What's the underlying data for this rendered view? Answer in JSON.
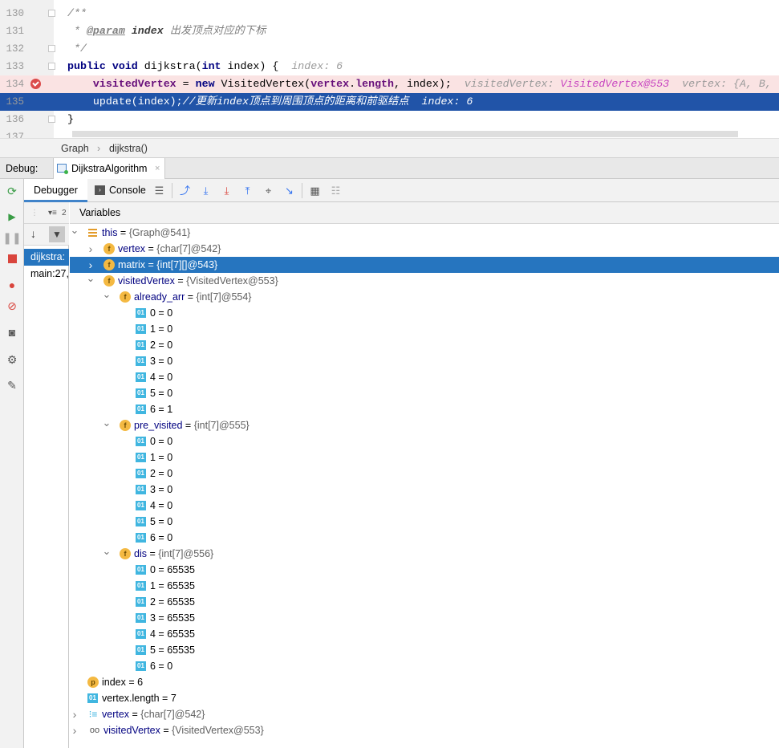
{
  "editor": {
    "lines": [
      {
        "num": "130",
        "parts": [
          {
            "t": "/**",
            "c": "cm"
          }
        ]
      },
      {
        "num": "131",
        "parts": [
          {
            "t": " * ",
            "c": "cm"
          },
          {
            "t": "@param",
            "c": "doctag"
          },
          {
            "t": " ",
            "c": "cm"
          },
          {
            "t": "index",
            "c": "docparam"
          },
          {
            "t": " 出发顶点对应的下标",
            "c": "cm"
          }
        ]
      },
      {
        "num": "132",
        "parts": [
          {
            "t": " */",
            "c": "cm"
          }
        ]
      },
      {
        "num": "133",
        "parts": [
          {
            "t": "public ",
            "c": "kw"
          },
          {
            "t": "void ",
            "c": "kw"
          },
          {
            "t": "dijkstra(",
            "c": ""
          },
          {
            "t": "int ",
            "c": "kw"
          },
          {
            "t": "index) {  ",
            "c": ""
          },
          {
            "t": "index: 6",
            "c": "hint"
          }
        ]
      },
      {
        "num": "134",
        "parts": [
          {
            "t": "    ",
            "c": ""
          },
          {
            "t": "visitedVertex",
            "c": "fld"
          },
          {
            "t": " = ",
            "c": ""
          },
          {
            "t": "new ",
            "c": "kw"
          },
          {
            "t": "VisitedVertex(",
            "c": ""
          },
          {
            "t": "vertex",
            "c": "fld"
          },
          {
            "t": ".",
            "c": ""
          },
          {
            "t": "length",
            "c": "fld"
          },
          {
            "t": ", index);  ",
            "c": ""
          },
          {
            "t": "visitedVertex: ",
            "c": "hint"
          },
          {
            "t": "VisitedVertex@553",
            "c": "hintv"
          },
          {
            "t": "  vertex: {A, B,",
            "c": "hint"
          }
        ]
      },
      {
        "num": "135",
        "parts": [
          {
            "t": "    update(index);",
            "c": ""
          },
          {
            "t": "//更新index顶点到周围顶点的距离和前驱结点",
            "c": "cm"
          },
          {
            "t": "  index: 6",
            "c": "hint"
          }
        ]
      },
      {
        "num": "136",
        "parts": [
          {
            "t": "}",
            "c": ""
          }
        ]
      },
      {
        "num": "137",
        "parts": []
      }
    ]
  },
  "breadcrumb": {
    "class_name": "Graph",
    "separator": "›",
    "method": "dijkstra()"
  },
  "debug": {
    "label": "Debug:",
    "tab_title": "DijkstraAlgorithm",
    "close": "×"
  },
  "toolbar": {
    "debugger_tab": "Debugger",
    "console_tab": "Console"
  },
  "frames": {
    "header_count": "2",
    "items": [
      {
        "label": "dijkstra:",
        "selected": true
      },
      {
        "label": "main:27,",
        "selected": false
      }
    ]
  },
  "variables": {
    "header": "Variables",
    "rows": [
      {
        "depth": 0,
        "arrow": "expanded",
        "icon": "this",
        "name": "this",
        "eq": " = ",
        "value": "{Graph@541}",
        "selected": false
      },
      {
        "depth": 1,
        "arrow": "collapsed",
        "icon": "f",
        "name": "vertex",
        "eq": " = ",
        "value": "{char[7]@542}",
        "selected": false
      },
      {
        "depth": 1,
        "arrow": "collapsed",
        "icon": "f",
        "name": "matrix",
        "eq": " = ",
        "value": "{int[7][]@543}",
        "selected": true
      },
      {
        "depth": 1,
        "arrow": "expanded",
        "icon": "f",
        "name": "visitedVertex",
        "eq": " = ",
        "value": "{VisitedVertex@553}",
        "selected": false
      },
      {
        "depth": 2,
        "arrow": "expanded",
        "icon": "f",
        "name": "already_arr",
        "eq": " = ",
        "value": "{int[7]@554}",
        "selected": false
      },
      {
        "depth": 3,
        "arrow": "",
        "icon": "01",
        "name": "0",
        "eq": " = ",
        "value": "0",
        "plain": true
      },
      {
        "depth": 3,
        "arrow": "",
        "icon": "01",
        "name": "1",
        "eq": " = ",
        "value": "0",
        "plain": true
      },
      {
        "depth": 3,
        "arrow": "",
        "icon": "01",
        "name": "2",
        "eq": " = ",
        "value": "0",
        "plain": true
      },
      {
        "depth": 3,
        "arrow": "",
        "icon": "01",
        "name": "3",
        "eq": " = ",
        "value": "0",
        "plain": true
      },
      {
        "depth": 3,
        "arrow": "",
        "icon": "01",
        "name": "4",
        "eq": " = ",
        "value": "0",
        "plain": true
      },
      {
        "depth": 3,
        "arrow": "",
        "icon": "01",
        "name": "5",
        "eq": " = ",
        "value": "0",
        "plain": true
      },
      {
        "depth": 3,
        "arrow": "",
        "icon": "01",
        "name": "6",
        "eq": " = ",
        "value": "1",
        "plain": true
      },
      {
        "depth": 2,
        "arrow": "expanded",
        "icon": "f",
        "name": "pre_visited",
        "eq": " = ",
        "value": "{int[7]@555}",
        "selected": false
      },
      {
        "depth": 3,
        "arrow": "",
        "icon": "01",
        "name": "0",
        "eq": " = ",
        "value": "0",
        "plain": true
      },
      {
        "depth": 3,
        "arrow": "",
        "icon": "01",
        "name": "1",
        "eq": " = ",
        "value": "0",
        "plain": true
      },
      {
        "depth": 3,
        "arrow": "",
        "icon": "01",
        "name": "2",
        "eq": " = ",
        "value": "0",
        "plain": true
      },
      {
        "depth": 3,
        "arrow": "",
        "icon": "01",
        "name": "3",
        "eq": " = ",
        "value": "0",
        "plain": true
      },
      {
        "depth": 3,
        "arrow": "",
        "icon": "01",
        "name": "4",
        "eq": " = ",
        "value": "0",
        "plain": true
      },
      {
        "depth": 3,
        "arrow": "",
        "icon": "01",
        "name": "5",
        "eq": " = ",
        "value": "0",
        "plain": true
      },
      {
        "depth": 3,
        "arrow": "",
        "icon": "01",
        "name": "6",
        "eq": " = ",
        "value": "0",
        "plain": true
      },
      {
        "depth": 2,
        "arrow": "expanded",
        "icon": "f",
        "name": "dis",
        "eq": " = ",
        "value": "{int[7]@556}",
        "selected": false
      },
      {
        "depth": 3,
        "arrow": "",
        "icon": "01",
        "name": "0",
        "eq": " = ",
        "value": "65535",
        "plain": true
      },
      {
        "depth": 3,
        "arrow": "",
        "icon": "01",
        "name": "1",
        "eq": " = ",
        "value": "65535",
        "plain": true
      },
      {
        "depth": 3,
        "arrow": "",
        "icon": "01",
        "name": "2",
        "eq": " = ",
        "value": "65535",
        "plain": true
      },
      {
        "depth": 3,
        "arrow": "",
        "icon": "01",
        "name": "3",
        "eq": " = ",
        "value": "65535",
        "plain": true
      },
      {
        "depth": 3,
        "arrow": "",
        "icon": "01",
        "name": "4",
        "eq": " = ",
        "value": "65535",
        "plain": true
      },
      {
        "depth": 3,
        "arrow": "",
        "icon": "01",
        "name": "5",
        "eq": " = ",
        "value": "65535",
        "plain": true
      },
      {
        "depth": 3,
        "arrow": "",
        "icon": "01",
        "name": "6",
        "eq": " = ",
        "value": "0",
        "plain": true
      },
      {
        "depth": 1,
        "arrow": "",
        "icon": "p",
        "name": "index",
        "eq": " = ",
        "value": "6",
        "plain": true
      },
      {
        "depth": 1,
        "arrow": "",
        "icon": "01",
        "name": "vertex.length",
        "eq": " = ",
        "value": "7",
        "plain": true
      },
      {
        "depth": 0,
        "arrow": "collapsed",
        "icon": "list",
        "name": "vertex",
        "eq": " = ",
        "value": "{char[7]@542}"
      },
      {
        "depth": 0,
        "arrow": "collapsed",
        "icon": "glass",
        "name": "visitedVertex",
        "eq": " = ",
        "value": "{VisitedVertex@553}"
      }
    ]
  }
}
